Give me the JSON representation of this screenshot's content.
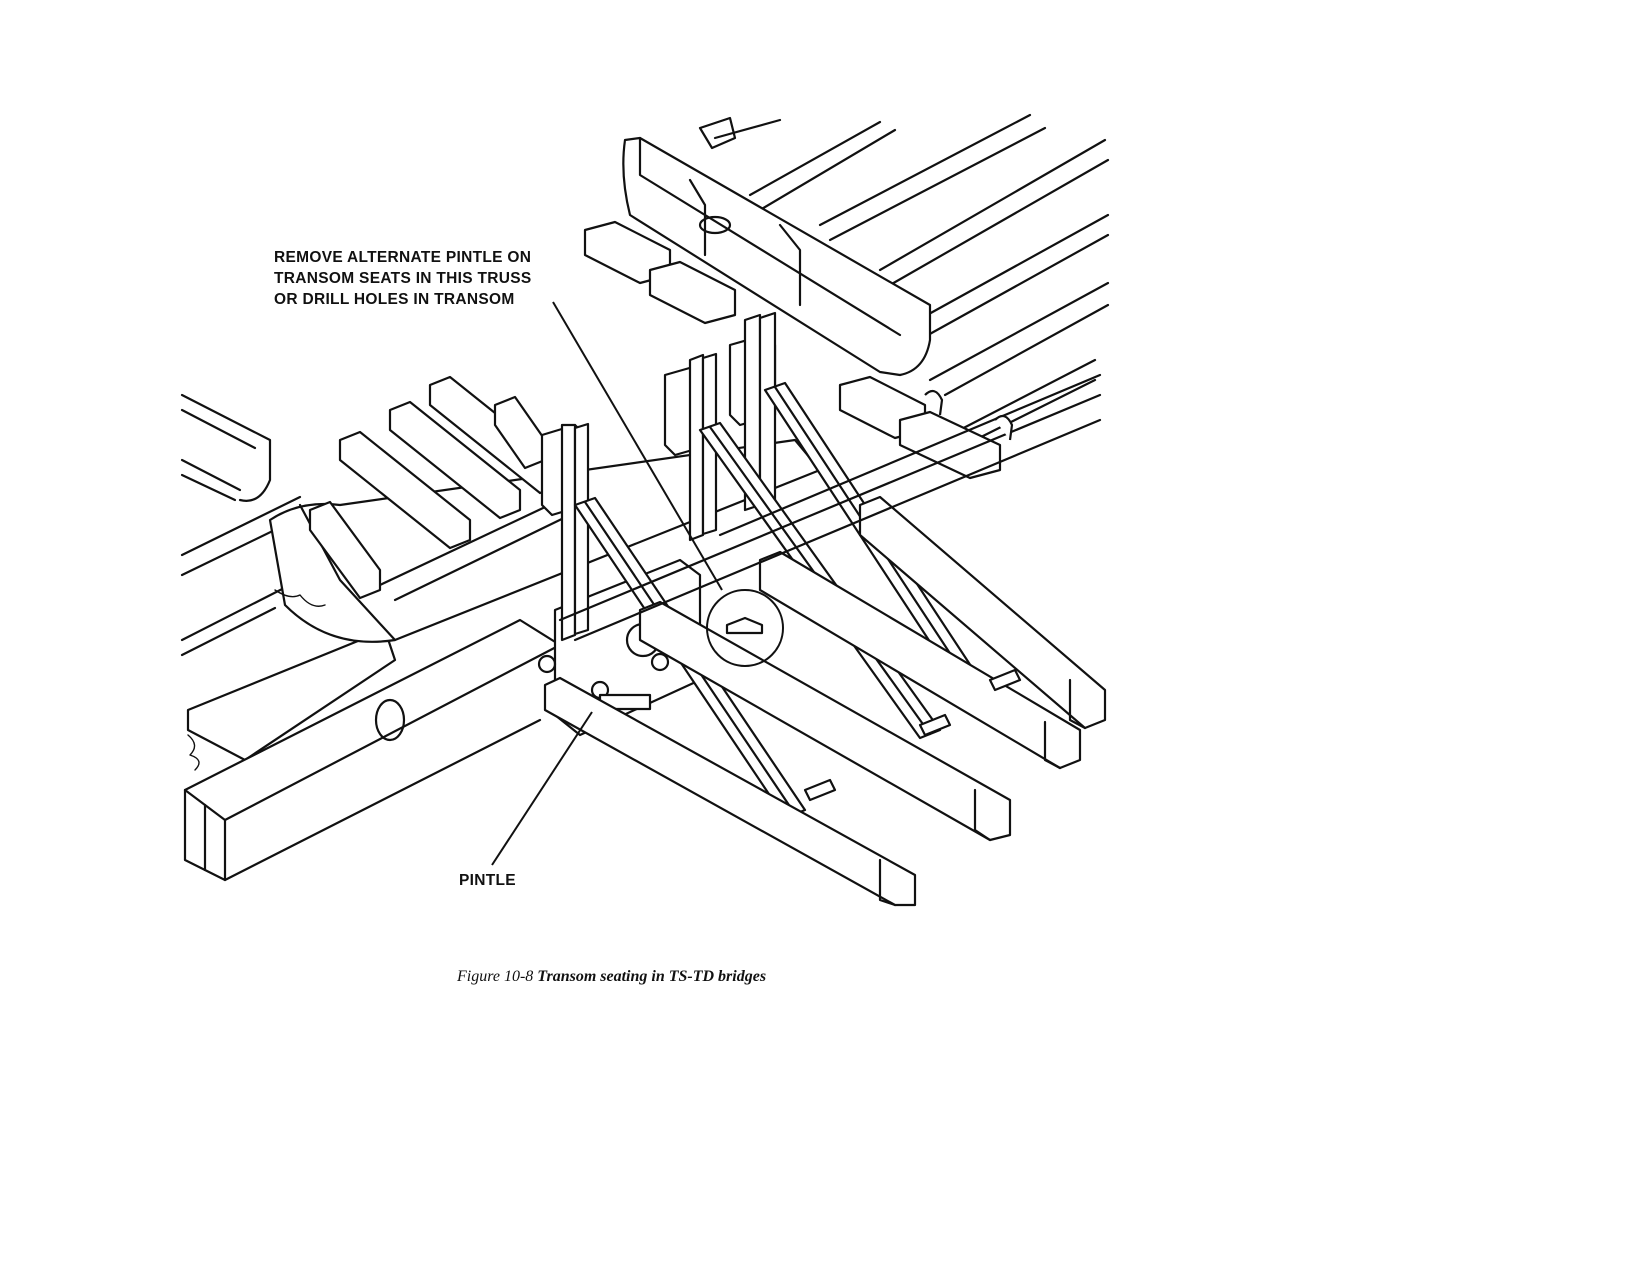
{
  "figure": {
    "callouts": {
      "note": "REMOVE ALTERNATE PINTLE ON\nTRANSOM SEATS IN THIS TRUSS\nOR DRILL HOLES IN TRANSOM",
      "pintle": "PINTLE"
    },
    "caption": {
      "number": "Figure 10-8 ",
      "title": "Transom seating in TS-TD bridges"
    }
  }
}
